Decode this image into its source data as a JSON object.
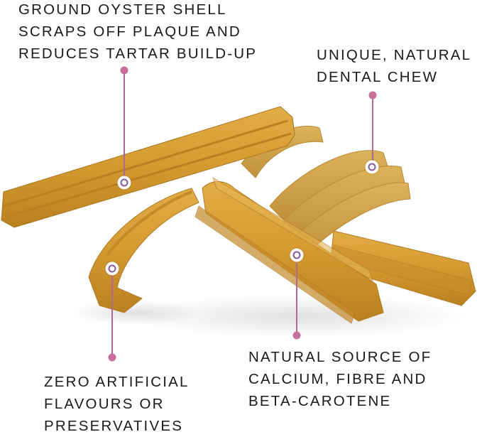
{
  "image": {
    "subject": "dental-chew-sticks",
    "background_color": "#ffffff",
    "chew_color": "#d9a23a",
    "accent_pink": "#c96f9b",
    "ring_purple": "#8a5a9e"
  },
  "callouts": [
    {
      "id": "oyster-shell",
      "lines": [
        "GROUND OYSTER SHELL",
        "SCRAPS OFF PLAQUE AND",
        "REDUCES TARTAR BUILD-UP"
      ]
    },
    {
      "id": "natural-chew",
      "lines": [
        "UNIQUE, NATURAL",
        "DENTAL CHEW"
      ]
    },
    {
      "id": "zero-artificial",
      "lines": [
        "ZERO ARTIFICIAL",
        "FLAVOURS OR",
        "PRESERVATIVES"
      ]
    },
    {
      "id": "natural-source",
      "lines": [
        "NATURAL SOURCE OF",
        "CALCIUM, FIBRE AND",
        "BETA-CAROTENE"
      ]
    }
  ]
}
